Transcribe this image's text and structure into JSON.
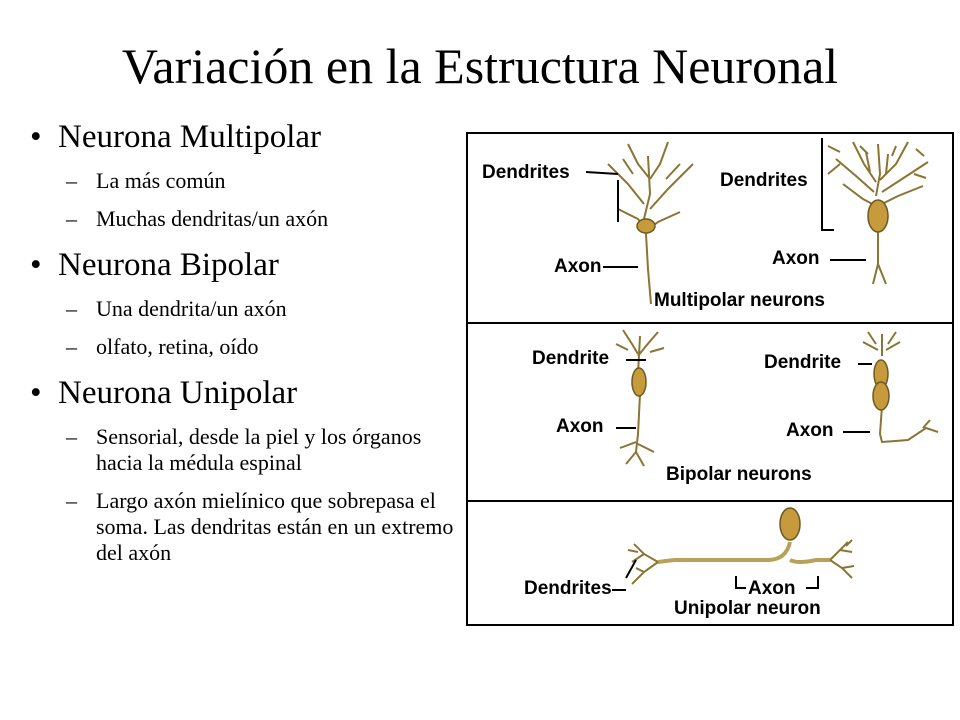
{
  "slide": {
    "title": "Variación en la Estructura Neuronal",
    "bullets": [
      {
        "heading": "Neurona Multipolar",
        "subs": [
          "La más común",
          "Muchas dendritas/un axón"
        ]
      },
      {
        "heading": "Neurona Bipolar",
        "subs": [
          "Una dendrita/un axón",
          "olfato, retina, oído"
        ]
      },
      {
        "heading": "Neurona Unipolar",
        "subs": [
          "Sensorial, desde la piel y los órganos hacia la médula espinal",
          "Largo axón mielínico que sobrepasa el soma.  Las dendritas están en un extremo del axón"
        ]
      }
    ],
    "bullet_glyph": "•",
    "dash_glyph": "–"
  },
  "figure": {
    "multipolar": {
      "dendrites_left": "Dendrites",
      "dendrites_right": "Dendrites",
      "axon_left": "Axon",
      "axon_right": "Axon",
      "caption": "Multipolar neurons"
    },
    "bipolar": {
      "dendrite_left": "Dendrite",
      "dendrite_right": "Dendrite",
      "axon_left": "Axon",
      "axon_right": "Axon",
      "caption": "Bipolar neurons"
    },
    "unipolar": {
      "dendrites": "Dendrites",
      "axon": "Axon",
      "caption": "Unipolar neuron"
    },
    "colors": {
      "neuron": "#b8a25a",
      "soma": "#c79a3c",
      "outline": "#6b5a24"
    }
  }
}
